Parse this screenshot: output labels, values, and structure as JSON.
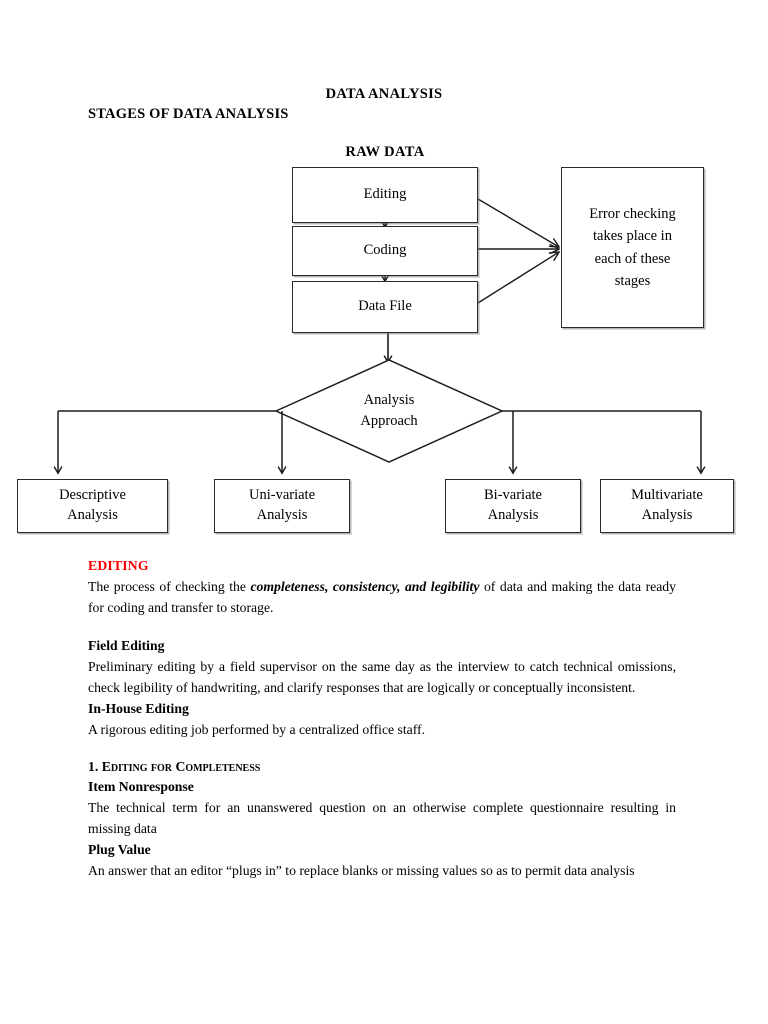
{
  "document": {
    "title": "DATA ANALYSIS",
    "section_heading": "STAGES OF DATA ANALYSIS"
  },
  "flowchart": {
    "raw_data_label": "RAW DATA",
    "stage_boxes": [
      {
        "label": "Editing"
      },
      {
        "label": "Coding"
      },
      {
        "label": "Data File"
      }
    ],
    "error_box": {
      "line1": "Error checking",
      "line2": "takes place in",
      "line3": "each of these",
      "line4": "stages"
    },
    "decision": {
      "line1": "Analysis",
      "line2": "Approach"
    },
    "outcome_boxes": [
      {
        "line1": "Descriptive",
        "line2": "Analysis"
      },
      {
        "line1": "Uni-variate",
        "line2": "Analysis"
      },
      {
        "line1": "Bi-variate",
        "line2": "Analysis"
      },
      {
        "line1": "Multivariate",
        "line2": "Analysis"
      }
    ]
  },
  "content": {
    "editing_heading": "EDITING",
    "editing_def_pre": "The process of checking the ",
    "editing_def_emphasis": "completeness, consistency, and legibility",
    "editing_def_post": " of data and making the data ready for coding and transfer to storage.",
    "field_editing_heading": "Field Editing",
    "field_editing_body": "Preliminary editing by a field supervisor on the same day as the interview to catch technical omissions, check legibility of handwriting, and clarify responses that are logically or conceptually inconsistent.",
    "inhouse_editing_heading": "In-House Editing",
    "inhouse_editing_body": "A rigorous editing job performed by a centralized office staff.",
    "numbered_heading": "1. Editing for Completeness",
    "item_nonresponse_heading": "Item Nonresponse",
    "item_nonresponse_body": "The technical term for an unanswered question on an otherwise complete questionnaire resulting in missing data",
    "plug_value_heading": "Plug Value",
    "plug_value_body": "An answer that an editor “plugs in” to replace blanks or missing values so as to permit data analysis"
  },
  "colors": {
    "accent_red": "#FF0000",
    "line": "#2a2a2a",
    "text": "#000000"
  }
}
